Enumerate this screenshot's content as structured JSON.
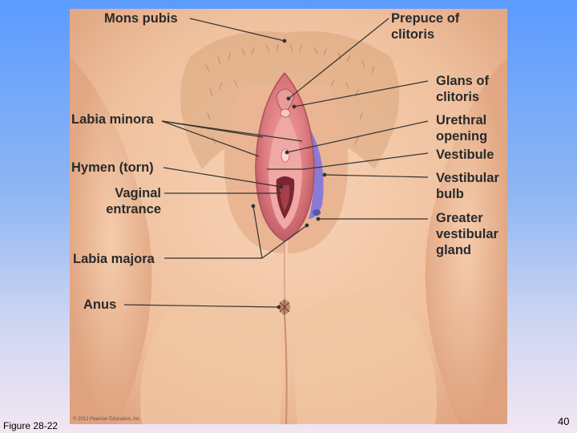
{
  "labels": {
    "mons_pubis": "Mons pubis",
    "prepuce_of_clitoris": "Prepuce of\nclitoris",
    "glans_of_clitoris": "Glans of\nclitoris",
    "labia_minora": "Labia minora",
    "urethral_opening": "Urethral\nopening",
    "vestibule": "Vestibule",
    "hymen_torn": "Hymen (torn)",
    "vestibular_bulb": "Vestibular\nbulb",
    "vaginal_entrance": "Vaginal\nentrance",
    "greater_vestibular_gland": "Greater\nvestibular\ngland",
    "labia_majora": "Labia majora",
    "anus": "Anus"
  },
  "copyright": "© 2012 Pearson Education, Inc.",
  "figure_caption": "Figure 28-22",
  "page_number": "40",
  "colors": {
    "background_top": "#5b9bff",
    "background_bottom": "#f3e6f3",
    "skin": "#f2c6a4",
    "mucosa": "#d9707a",
    "bulb": "#8a7bd6",
    "leader_line": "#333333"
  }
}
